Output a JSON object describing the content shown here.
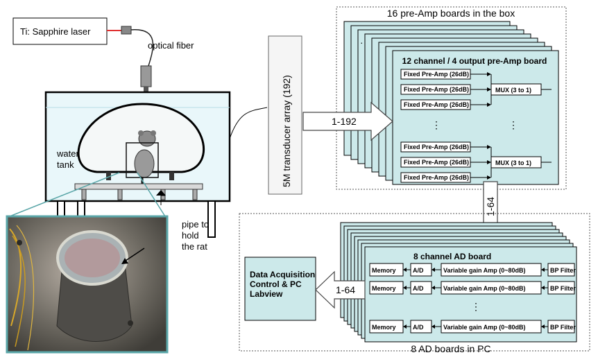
{
  "setup": {
    "laser_label": "Ti: Sapphire laser",
    "fiber_label": "optical fiber",
    "water_tank_label": "water\ntank",
    "pipe_label": "pipe to\nhold\nthe rat",
    "transducer_label": "5M transducer array (192)"
  },
  "preamp_section": {
    "box_title": "16 pre-Amp boards in the box",
    "board_title": "12 channel / 4 output pre-Amp board",
    "preamp_label": "Fixed Pre-Amp (26dB)",
    "mux_label": "MUX (3 to 1)",
    "arrow_in_label": "1-192",
    "arrow_down_label": "1-64",
    "ellipsis": "⋮"
  },
  "ad_section": {
    "box_title": "8 AD boards in PC",
    "board_title": "8 channel AD board",
    "memory_label": "Memory",
    "ad_label": "A/D",
    "vga_label": "Variable gain Amp (0~80dB)",
    "bp_label": "BP Filter",
    "arrow_out_label": "1-64",
    "ellipsis": "⋮"
  },
  "daq": {
    "label_lines": [
      "Data Acquisition",
      "Control & PC",
      "Labview"
    ]
  },
  "colors": {
    "board_fill": "#cce9ea",
    "laser_red": "#e03030",
    "photo_frame": "#5aa6a8",
    "tank_line": "#000000"
  }
}
